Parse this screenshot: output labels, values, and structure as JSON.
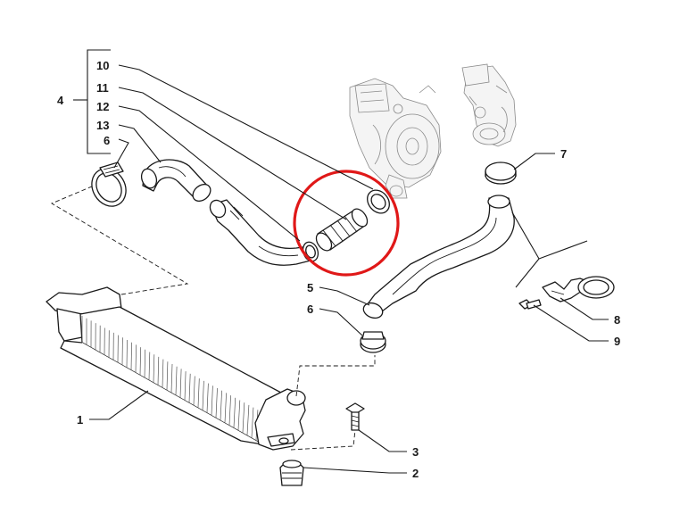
{
  "callouts": [
    {
      "id": "c1",
      "label": "1"
    },
    {
      "id": "c2",
      "label": "2"
    },
    {
      "id": "c3",
      "label": "3"
    },
    {
      "id": "c4",
      "label": "4"
    },
    {
      "id": "c5",
      "label": "5"
    },
    {
      "id": "c6a",
      "label": "6"
    },
    {
      "id": "c6b",
      "label": "6"
    },
    {
      "id": "c7",
      "label": "7"
    },
    {
      "id": "c8",
      "label": "8"
    },
    {
      "id": "c9",
      "label": "9"
    },
    {
      "id": "c10",
      "label": "10"
    },
    {
      "id": "c11",
      "label": "11"
    },
    {
      "id": "c12",
      "label": "12"
    },
    {
      "id": "c13",
      "label": "13"
    }
  ],
  "highlight": {
    "color": "#e01818",
    "target_part": "11"
  }
}
